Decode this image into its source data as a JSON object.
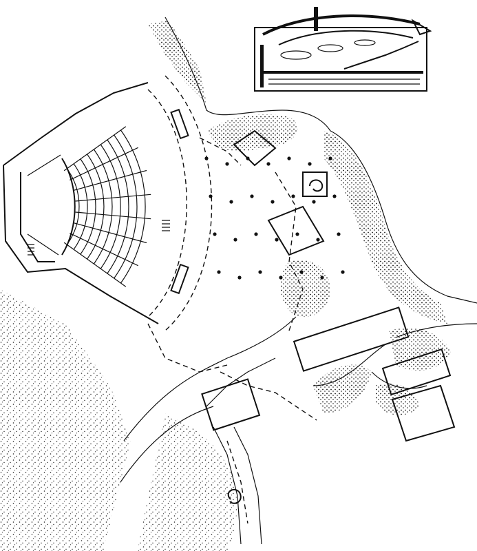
{
  "figure": {
    "kind": "architectural site plan with inset longitudinal section",
    "printed_text": [],
    "colors": {
      "ink": "#111111",
      "paper": "#ffffff",
      "shading": "#222222"
    }
  },
  "auditorium": {
    "seat_rows": 9,
    "aisles": 8
  },
  "plaza": {
    "columns": 28
  },
  "landscape": {
    "stipple_zones": 9
  }
}
